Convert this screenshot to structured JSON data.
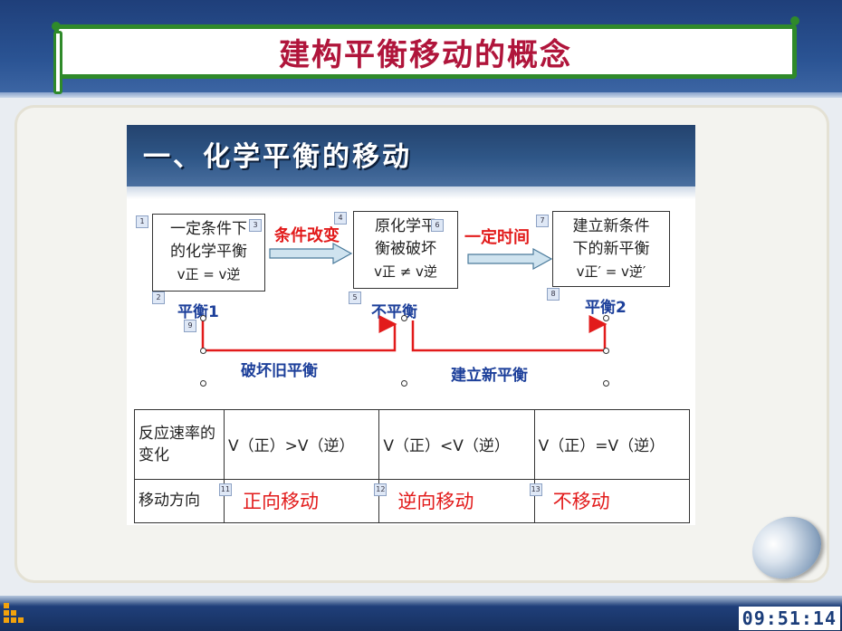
{
  "title": "建构平衡移动的概念",
  "section_header": "一、化学平衡的移动",
  "diagram": {
    "box1": {
      "line1": "一定条件下",
      "line2": "的化学平衡",
      "eq": "v正 = v逆"
    },
    "box2": {
      "line1": "原化学平",
      "line2": "衡被破坏",
      "eq": "v正 ≠ v逆"
    },
    "box3": {
      "line1": "建立新条件",
      "line2": "下的新平衡",
      "eq": "v正′ = v逆′"
    },
    "arrow1_label": "条件改变",
    "arrow2_label": "一定时间",
    "state1": "平衡1",
    "state2": "不平衡",
    "state3": "平衡2",
    "path1_label": "破坏旧平衡",
    "path2_label": "建立新平衡",
    "markers": [
      "1",
      "2",
      "3",
      "4",
      "5",
      "6",
      "7",
      "8",
      "9",
      "11",
      "12",
      "13"
    ]
  },
  "table": {
    "row1_header": "反应速率的变化",
    "row1_cells": [
      "V（正）>V（逆）",
      "V（正）<V（逆）",
      "V（正）=V（逆）"
    ],
    "row2_header": "移动方向",
    "row2_cells": [
      "正向移动",
      "逆向移动",
      "不移动"
    ]
  },
  "clock": "09:51:14",
  "colors": {
    "title_red": "#b0153b",
    "frame_green": "#2f8a2a",
    "label_red": "#e21b1b",
    "label_blue": "#1c3f9a"
  }
}
